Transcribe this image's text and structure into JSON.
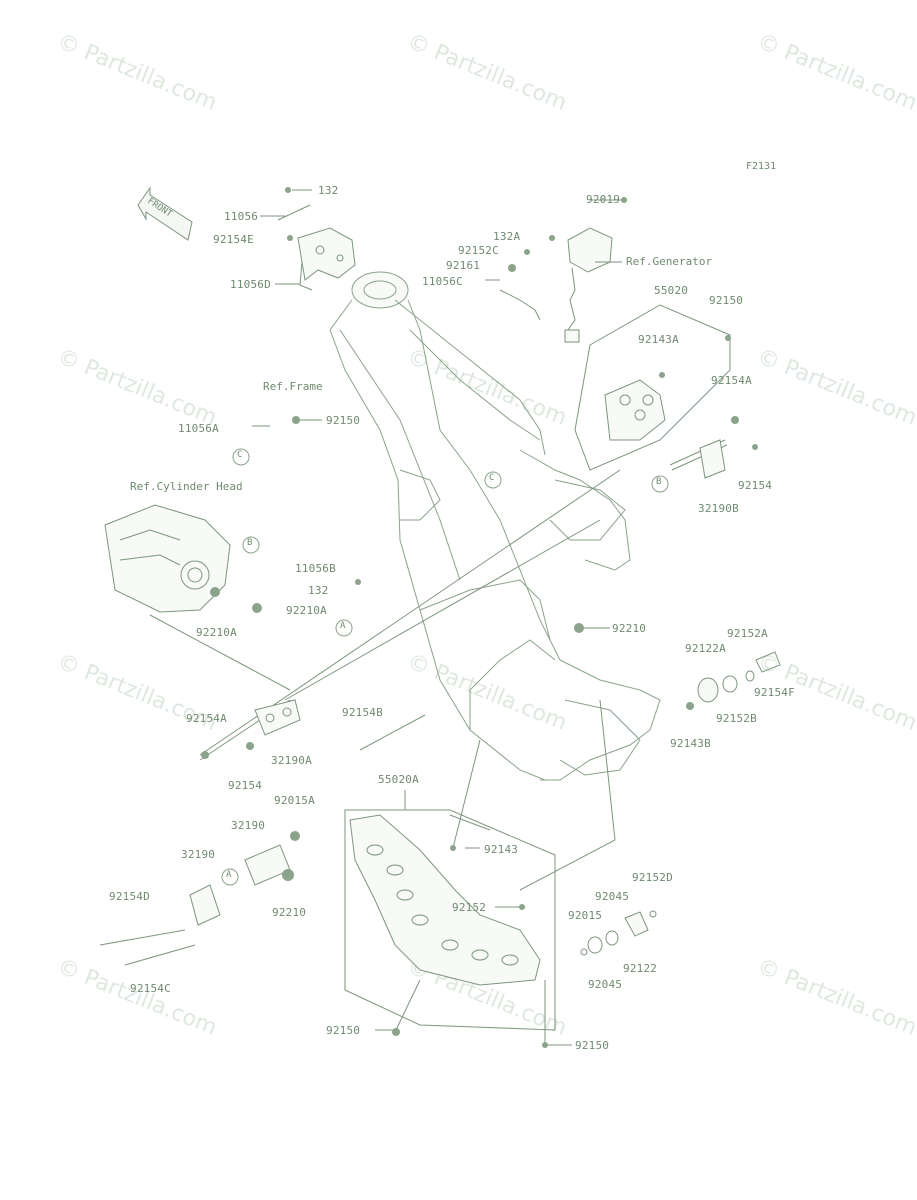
{
  "figure_code": "F2131",
  "watermark": "© Partzilla.com",
  "front_marker": "FRONT",
  "refs": {
    "generator": "Ref.Generator",
    "frame": "Ref.Frame",
    "cylinder_head": "Ref.Cylinder Head"
  },
  "circle_marks": [
    "A",
    "B",
    "C"
  ],
  "parts": {
    "p132": "132",
    "p11056": "11056",
    "p92154E": "92154E",
    "p11056D": "11056D",
    "p92019": "92019",
    "p132A": "132A",
    "p92152C": "92152C",
    "p92161": "92161",
    "p11056C": "11056C",
    "p55020": "55020",
    "p92150": "92150",
    "p92143A": "92143A",
    "p92154A": "92154A",
    "p11056A": "11056A",
    "p92154": "92154",
    "p32190B": "32190B",
    "p11056B": "11056B",
    "p92210A": "92210A",
    "p92210": "92210",
    "p92152A": "92152A",
    "p92122A": "92122A",
    "p92154F": "92154F",
    "p92152B": "92152B",
    "p92143B": "92143B",
    "p32190A": "32190A",
    "p55020A": "55020A",
    "p92015A": "92015A",
    "p32190": "32190",
    "p92143": "92143",
    "p92154D": "92154D",
    "p92152": "92152",
    "p92152D": "92152D",
    "p92045": "92045",
    "p92015": "92015",
    "p92122": "92122",
    "p92154C": "92154C"
  }
}
